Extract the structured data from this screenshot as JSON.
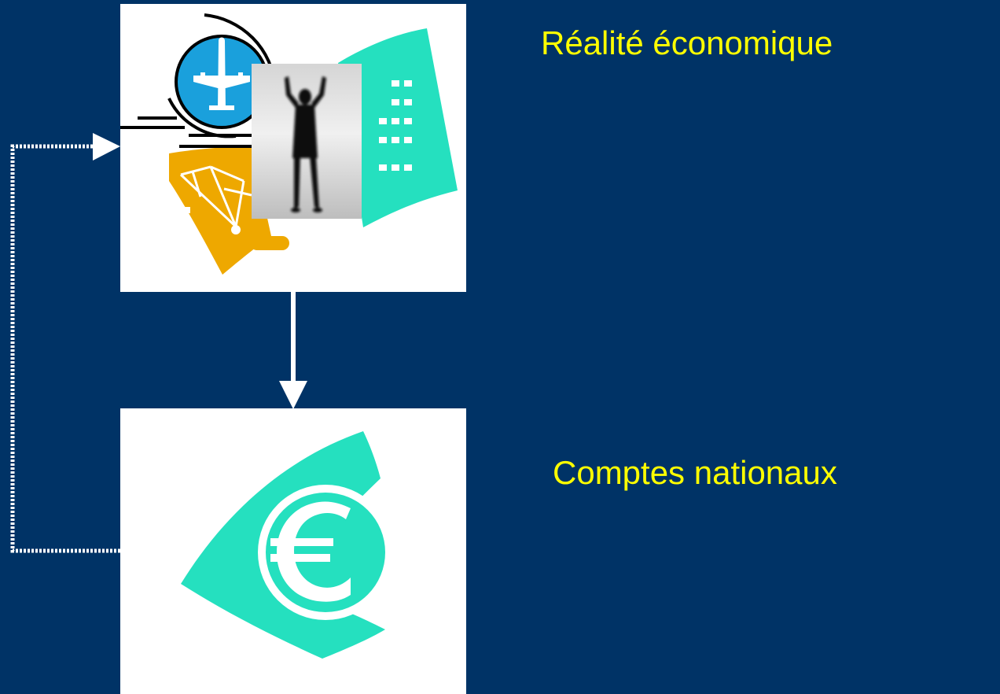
{
  "labels": {
    "economic_reality": "Réalité économique",
    "national_accounts": "Comptes nationaux"
  },
  "icons": {
    "top_panel": [
      "airplane-icon",
      "factory-crane-icon",
      "office-building-icon",
      "person-photo"
    ],
    "bottom_panel": [
      "euro-icon"
    ]
  },
  "colors": {
    "background": "#003366",
    "label_text": "#ffff00",
    "panel": "#ffffff",
    "arrow": "#ffffff",
    "airplane_disc": "#1aa0dc",
    "building_shape": "#25e0bf",
    "crane_shape": "#eea800",
    "euro_shape": "#25e0bf"
  }
}
